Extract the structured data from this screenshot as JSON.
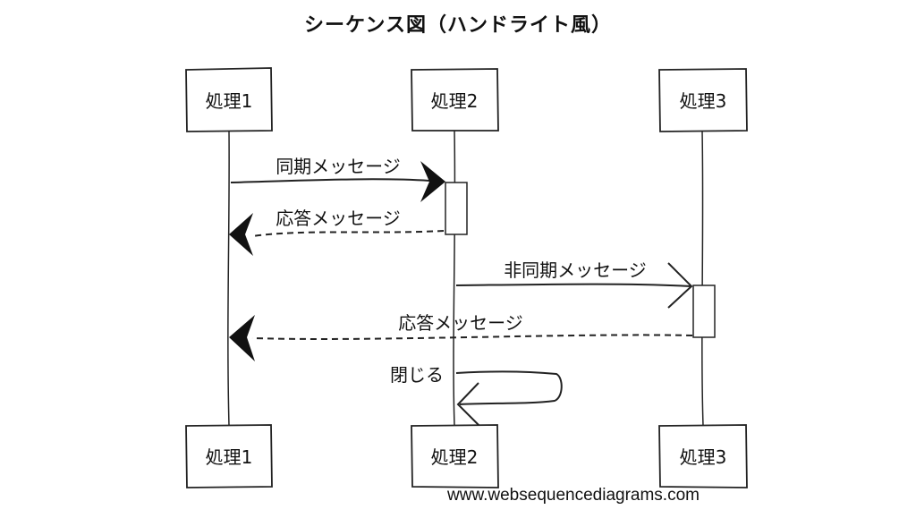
{
  "title": "シーケンス図（ハンドライト風）",
  "participants": [
    "処理1",
    "処理2",
    "処理3"
  ],
  "messages": [
    {
      "label": "同期メッセージ",
      "from": "処理1",
      "to": "処理2",
      "style": "solid",
      "arrow": "filled"
    },
    {
      "label": "応答メッセージ",
      "from": "処理2",
      "to": "処理1",
      "style": "dashed",
      "arrow": "filled"
    },
    {
      "label": "非同期メッセージ",
      "from": "処理2",
      "to": "処理3",
      "style": "solid",
      "arrow": "open"
    },
    {
      "label": "応答メッセージ",
      "from": "処理3",
      "to": "処理1",
      "style": "dashed",
      "arrow": "filled"
    },
    {
      "label": "閉じる",
      "from": "処理2",
      "to": "処理2",
      "style": "solid",
      "arrow": "open"
    }
  ],
  "footer": "www.websequencediagrams.com"
}
